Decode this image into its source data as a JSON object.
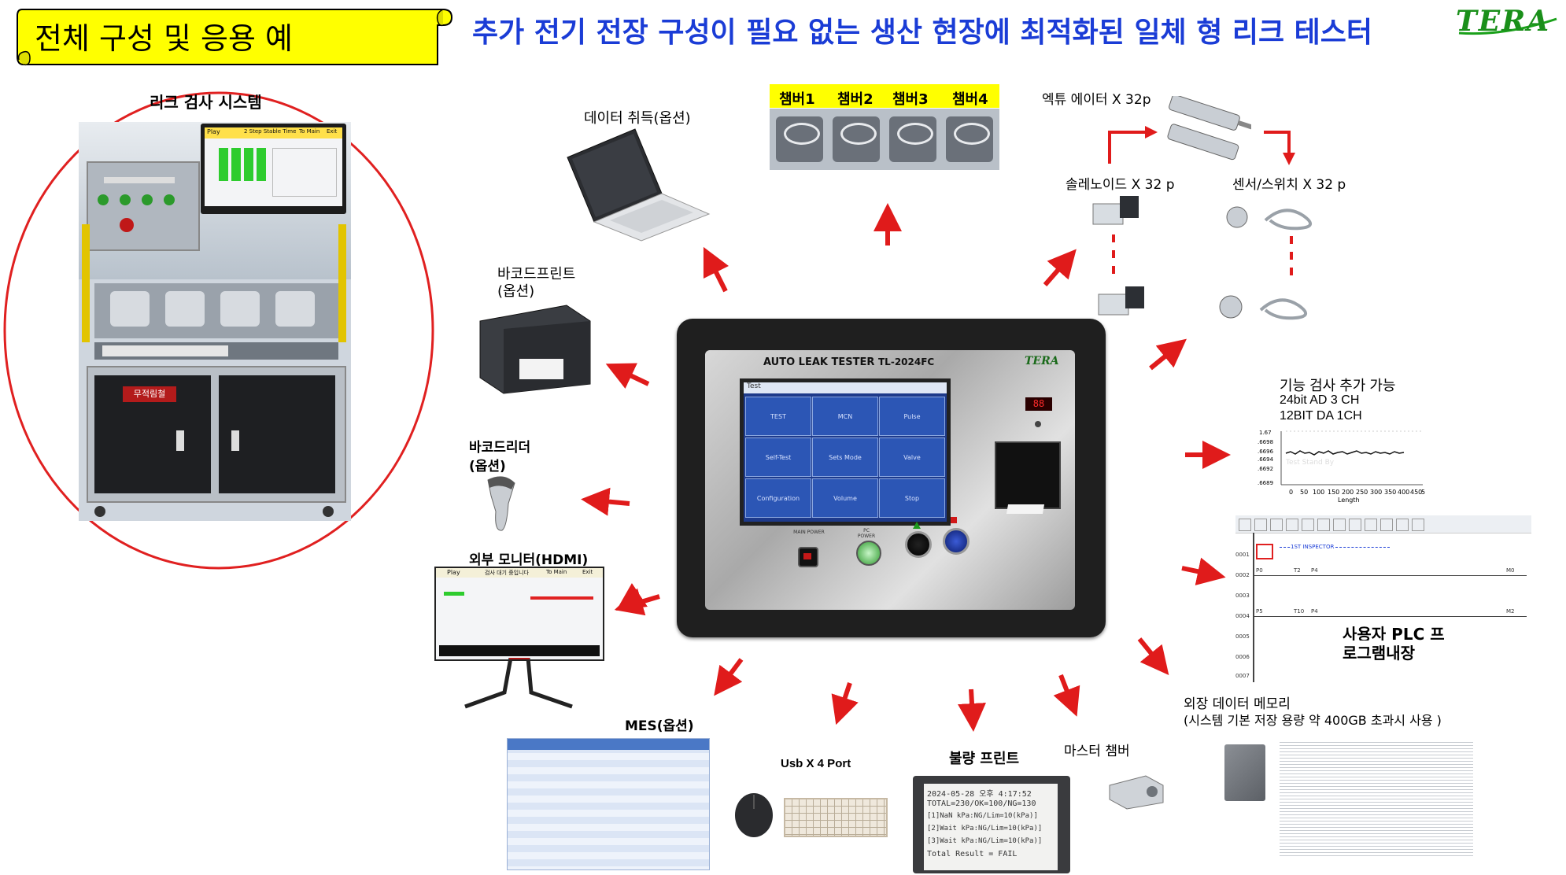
{
  "header": {
    "banner_title": "전체 구성 및 응용 예",
    "headline": "추가 전기 전장 구성이 필요 없는 생산 현장에 최적화된 일체 형 리크 테스터",
    "logo": "TERA"
  },
  "left": {
    "system_label": "리크 검사 시스템",
    "cabinet_sign": "무적림철"
  },
  "device": {
    "title": "AUTO LEAK TESTER",
    "model": "TL-2024FC",
    "logo": "TERA",
    "screen_header": "Test",
    "cells": [
      "TEST",
      "MCN",
      "Pulse",
      "Self-Test",
      "Sets Mode",
      "Valve",
      "Configuration",
      "Volume",
      "Stop"
    ],
    "led_value": "88",
    "main_power": "MAIN POWER",
    "pc_power": "PC POWER"
  },
  "labels": {
    "data_acq": "데이터 취득(옵션)",
    "chambers": [
      "챔버1",
      "챔버2",
      "챔버3",
      "챔버4"
    ],
    "actuator": "엑튜 에이터 X 32p",
    "solenoid": "솔레노이드 X 32 p",
    "sensor": "센서/스위치 X 32 p",
    "barcode_print": "바코드프린트",
    "barcode_print_opt": "(옵션)",
    "barcode_reader": "바코드리더",
    "barcode_reader_opt": "(옵션)",
    "ext_monitor": "외부 모니터(HDMI)",
    "func_test": "기능 검사 추가 가능",
    "adc": "24bit AD 3 CH",
    "dac": "12BIT DA 1CH",
    "plc_line1": "사용자 PLC 프",
    "plc_line2": "로그램내장",
    "ext_mem": "외장 데이터 메모리",
    "ext_mem_note": "(시스템 기본 저장 용량 약 400GB 초과시 사용 )",
    "mes": "MES(옵션)",
    "usb": "Usb X 4 Port",
    "defect_print": "불량 프린트",
    "master_chamber": "마스터 챔버"
  },
  "graph": {
    "y_ticks": [
      "1.67",
      ".6698",
      ".6696",
      ".6694",
      ".6692",
      ".6689"
    ],
    "x_ticks": [
      "0",
      "50",
      "100",
      "150",
      "200",
      "250",
      "300",
      "350",
      "400",
      "450",
      "5"
    ],
    "x_label": "Length",
    "overlay": "Test Stand By"
  },
  "plc": {
    "rows": [
      "0001",
      "0002",
      "0003",
      "0004",
      "0005",
      "0006",
      "0007"
    ],
    "banner": "1ST INSPECTOR",
    "contacts": [
      "P0",
      "T2",
      "P4",
      "M0",
      "P5",
      "T10",
      "P4",
      "M2"
    ]
  },
  "receipt": {
    "lines": [
      "2024-05-28 오후 4:17:52",
      "TOTAL=230/OK=100/NG=130",
      "[1]NaN kPa:NG/Lim=10(kPa)]",
      "[2]Wait kPa:NG/Lim=10(kPa)]",
      "[3]Wait kPa:NG/Lim=10(kPa)]",
      "Total Result = FAIL"
    ]
  },
  "monitor": {
    "play": "Play",
    "title": "검사 대기 중입니다",
    "to_main": "To Main",
    "exit": "Exit"
  },
  "photo_monitor": {
    "play": "Play",
    "title": "2 Step Stable Time",
    "to_main": "To Main",
    "exit": "Exit"
  }
}
